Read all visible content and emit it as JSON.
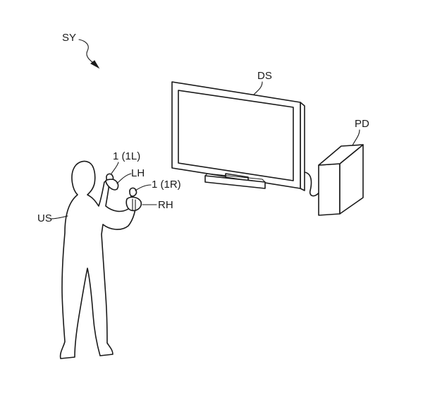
{
  "figure": {
    "labels": {
      "system": "SY",
      "display": "DS",
      "processing_device": "PD",
      "left_controller": "1 (1L)",
      "left_hand": "LH",
      "right_controller": "1 (1R)",
      "right_hand": "RH",
      "user": "US"
    }
  }
}
